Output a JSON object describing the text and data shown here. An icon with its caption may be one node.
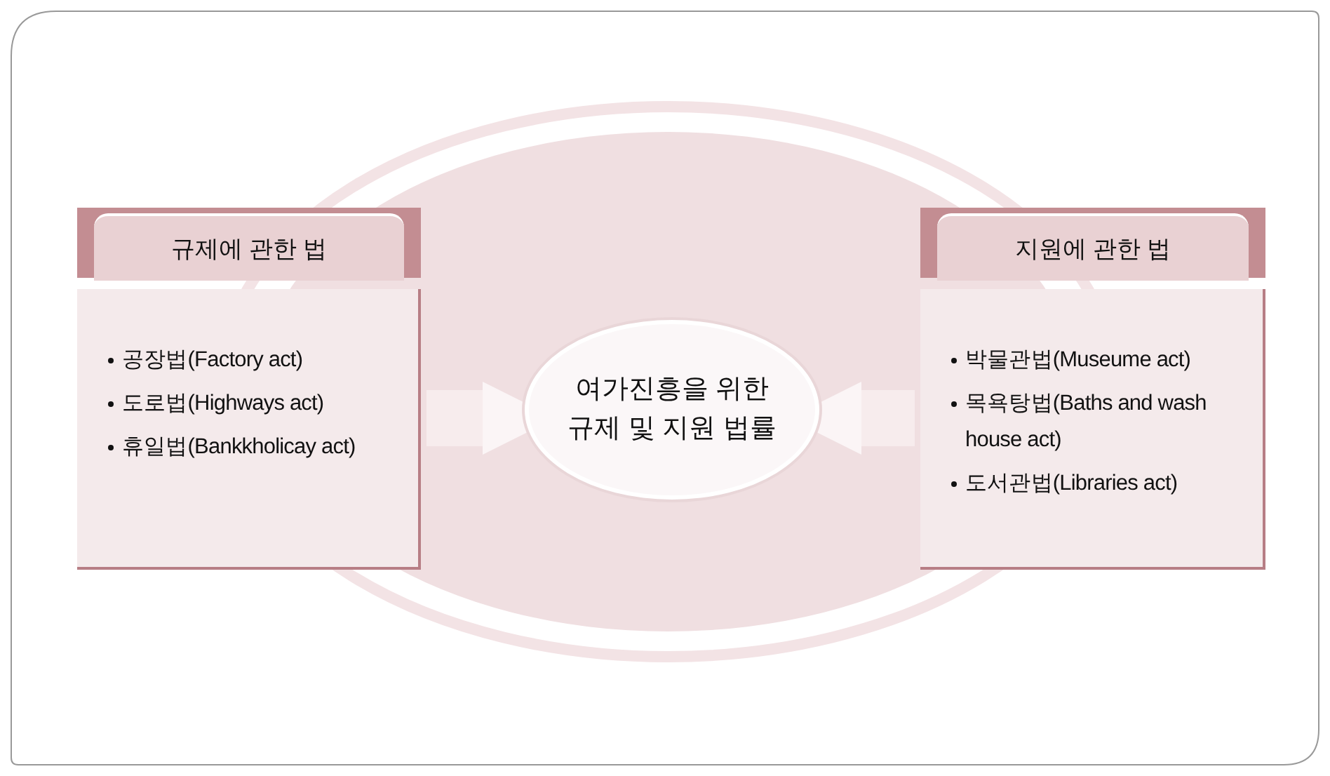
{
  "diagram": {
    "nodes": [
      {
        "text": [
          "규제에 관한 법",
          "공장법(Factory act)",
          "도로법(Highways act)",
          "휴일법(Bankkholicay act)"
        ]
      },
      {
        "text": [
          "여가진흥을 위한 규제 및 지원 법률"
        ]
      },
      {
        "text": [
          "지원에 관한 법",
          "박물관법(Museume act)",
          "목욕탕법(Baths and wash house act)",
          "도서관법(Libraries act)"
        ]
      }
    ],
    "edges": [
      {
        "from": 0,
        "to": 1,
        "arrow": "to"
      },
      {
        "from": 2,
        "to": 1,
        "arrow": "to"
      }
    ]
  }
}
